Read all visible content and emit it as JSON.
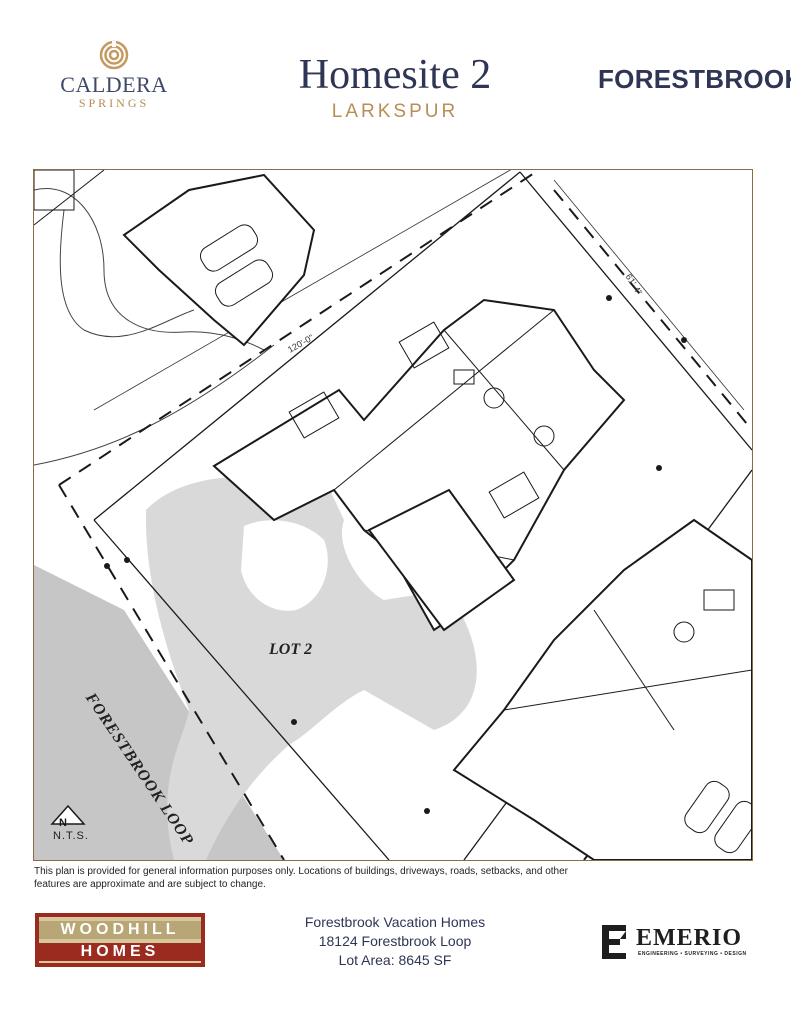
{
  "header": {
    "caldera_logo": {
      "line1": "CALDERA",
      "line2": "SPRINGS",
      "icon": "spiral-icon",
      "color": "#b58a4f"
    },
    "title": "Homesite 2",
    "subtitle": "LARKSPUR",
    "brand": "FORESTBROOK"
  },
  "plan": {
    "lot_label": "LOT 2",
    "road_label": "FORESTBROOK LOOP",
    "front_dimension": "120'-0\"",
    "side_dimension": "61'-4\"",
    "north_arrow_letter": "N",
    "scale_note": "N.T.S.",
    "colors": {
      "frame": "#8d6c45",
      "driveway": "#d9d9d9",
      "road": "#c6c6c6",
      "linework": "#1a1a1a"
    }
  },
  "footer": {
    "disclaimer": "This plan is provided for general information purposes only. Locations of buildings, driveways, roads, setbacks, and other features are approximate and are subject to change.",
    "builder_logo": {
      "line1": "WOODHILL",
      "line2": "HOMES"
    },
    "address": {
      "name": "Forestbrook Vacation Homes",
      "street": "18124 Forestbrook Loop",
      "lot_area": "Lot Area: 8645 SF"
    },
    "engineer_logo": {
      "name": "EMERIO",
      "tagline": "ENGINEERING • SURVEYING • DESIGN"
    }
  }
}
